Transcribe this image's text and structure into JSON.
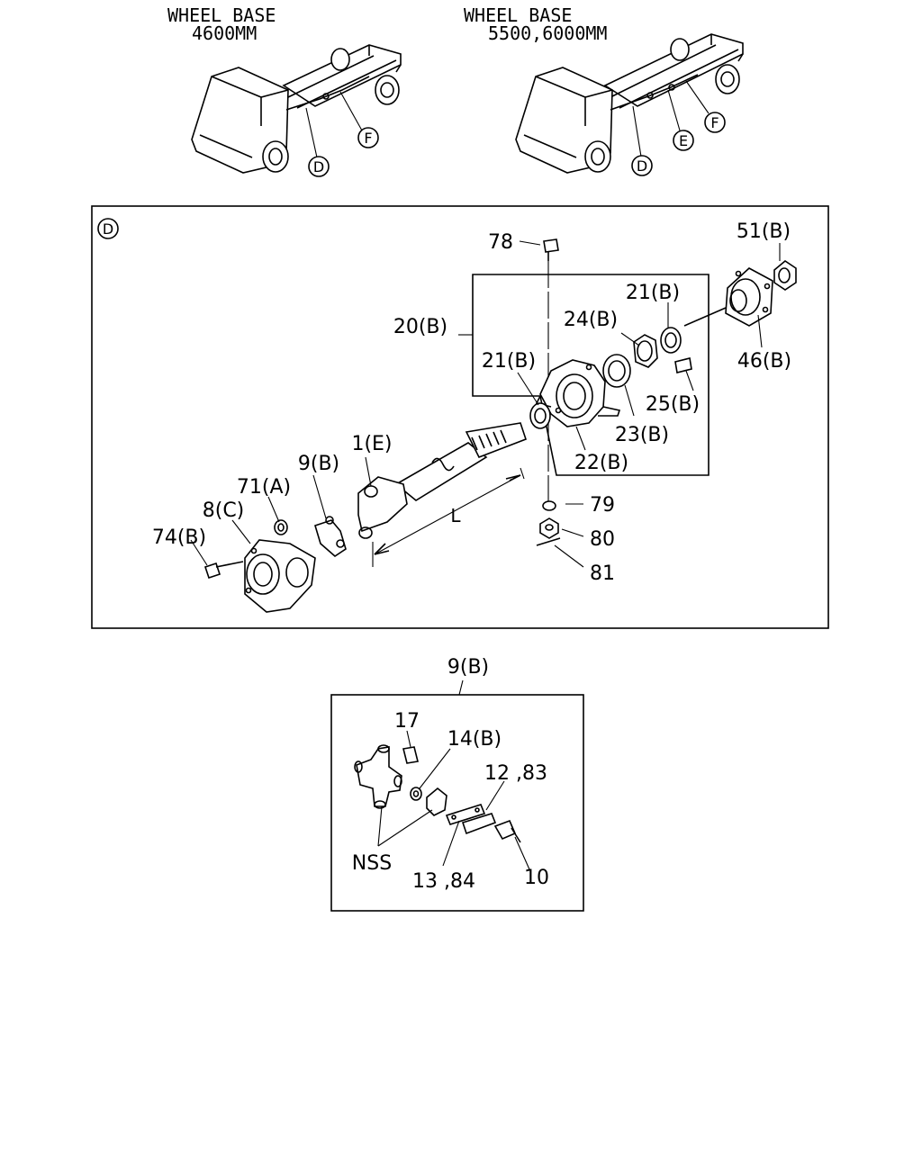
{
  "header": {
    "left_title_line1": "WHEEL BASE",
    "left_title_line2": "4600MM",
    "right_title_line1": "WHEEL BASE",
    "right_title_line2": "5500,6000MM"
  },
  "truck_left": {
    "callout_d": "D",
    "callout_f": "F"
  },
  "truck_right": {
    "callout_d": "D",
    "callout_e": "E",
    "callout_f": "F"
  },
  "detail_d": {
    "frame_tag": "D",
    "labels": {
      "p78": "78",
      "p51b": "51(B)",
      "p21b_top": "21(B)",
      "p24b": "24(B)",
      "p20b": "20(B)",
      "p21b_mid": "21(B)",
      "p46b": "46(B)",
      "p25b": "25(B)",
      "p23b": "23(B)",
      "p22b": "22(B)",
      "p1e": "1(E)",
      "p9b": "9(B)",
      "p71a": "71(A)",
      "p8c": "8(C)",
      "p74b": "74(B)",
      "p79": "79",
      "p80": "80",
      "p81": "81",
      "dim_l": "L"
    }
  },
  "detail_9b": {
    "title": "9(B)",
    "labels": {
      "p17": "17",
      "p14b": "14(B)",
      "p12_83": "12 ,83",
      "nss": "NSS",
      "p13_84": "13 ,84",
      "p10": "10"
    }
  }
}
